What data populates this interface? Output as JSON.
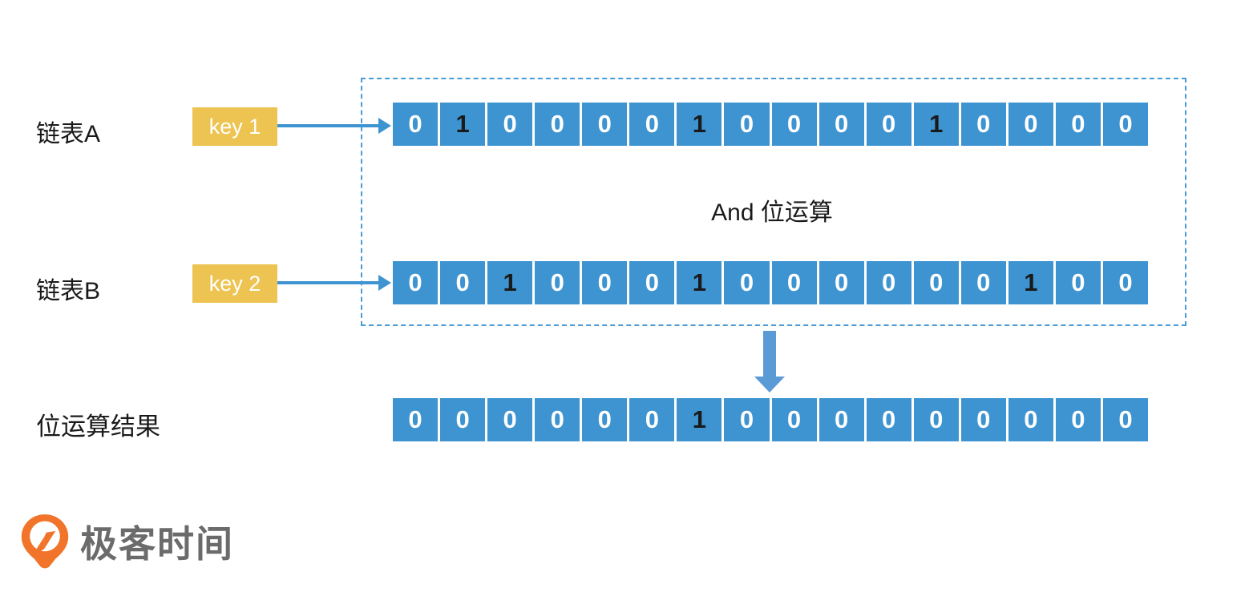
{
  "diagram": {
    "row_a": {
      "label": "链表A",
      "key": "key 1",
      "bits": [
        0,
        1,
        0,
        0,
        0,
        0,
        1,
        0,
        0,
        0,
        0,
        1,
        0,
        0,
        0,
        0
      ]
    },
    "row_b": {
      "label": "链表B",
      "key": "key 2",
      "bits": [
        0,
        0,
        1,
        0,
        0,
        0,
        1,
        0,
        0,
        0,
        0,
        0,
        0,
        1,
        0,
        0
      ]
    },
    "operation": "And 位运算",
    "result": {
      "label": "位运算结果",
      "bits": [
        0,
        0,
        0,
        0,
        0,
        0,
        1,
        0,
        0,
        0,
        0,
        0,
        0,
        0,
        0,
        0
      ]
    }
  },
  "colors": {
    "cell_blue": "#3e94d1",
    "bit_one": "#1a1a1a",
    "bit_zero": "#ffffff",
    "key_yellow": "#edc351",
    "arrow_blue": "#3e94d1",
    "down_arrow_blue": "#5b9bd5",
    "dashed_border_blue": "#4a9ad4",
    "logo_orange": "#f1742a",
    "logo_text_gray": "#6b6b6b"
  },
  "logo": {
    "text": "极客时间",
    "icon": "geektime-pin-icon"
  }
}
